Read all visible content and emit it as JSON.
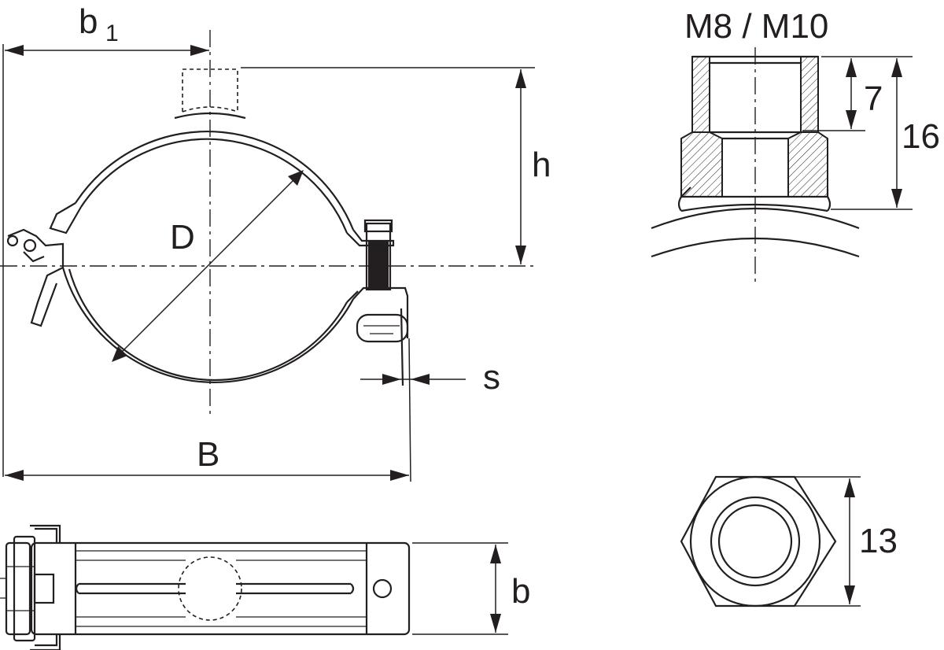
{
  "labels": {
    "b1_main": "b",
    "b1_sub": "1",
    "thread": "M8 / M10",
    "depth_inner": "7",
    "depth_total": "16",
    "height": "h",
    "diameter": "D",
    "thickness": "s",
    "width": "B",
    "band_width": "b",
    "hex_size": "13"
  }
}
